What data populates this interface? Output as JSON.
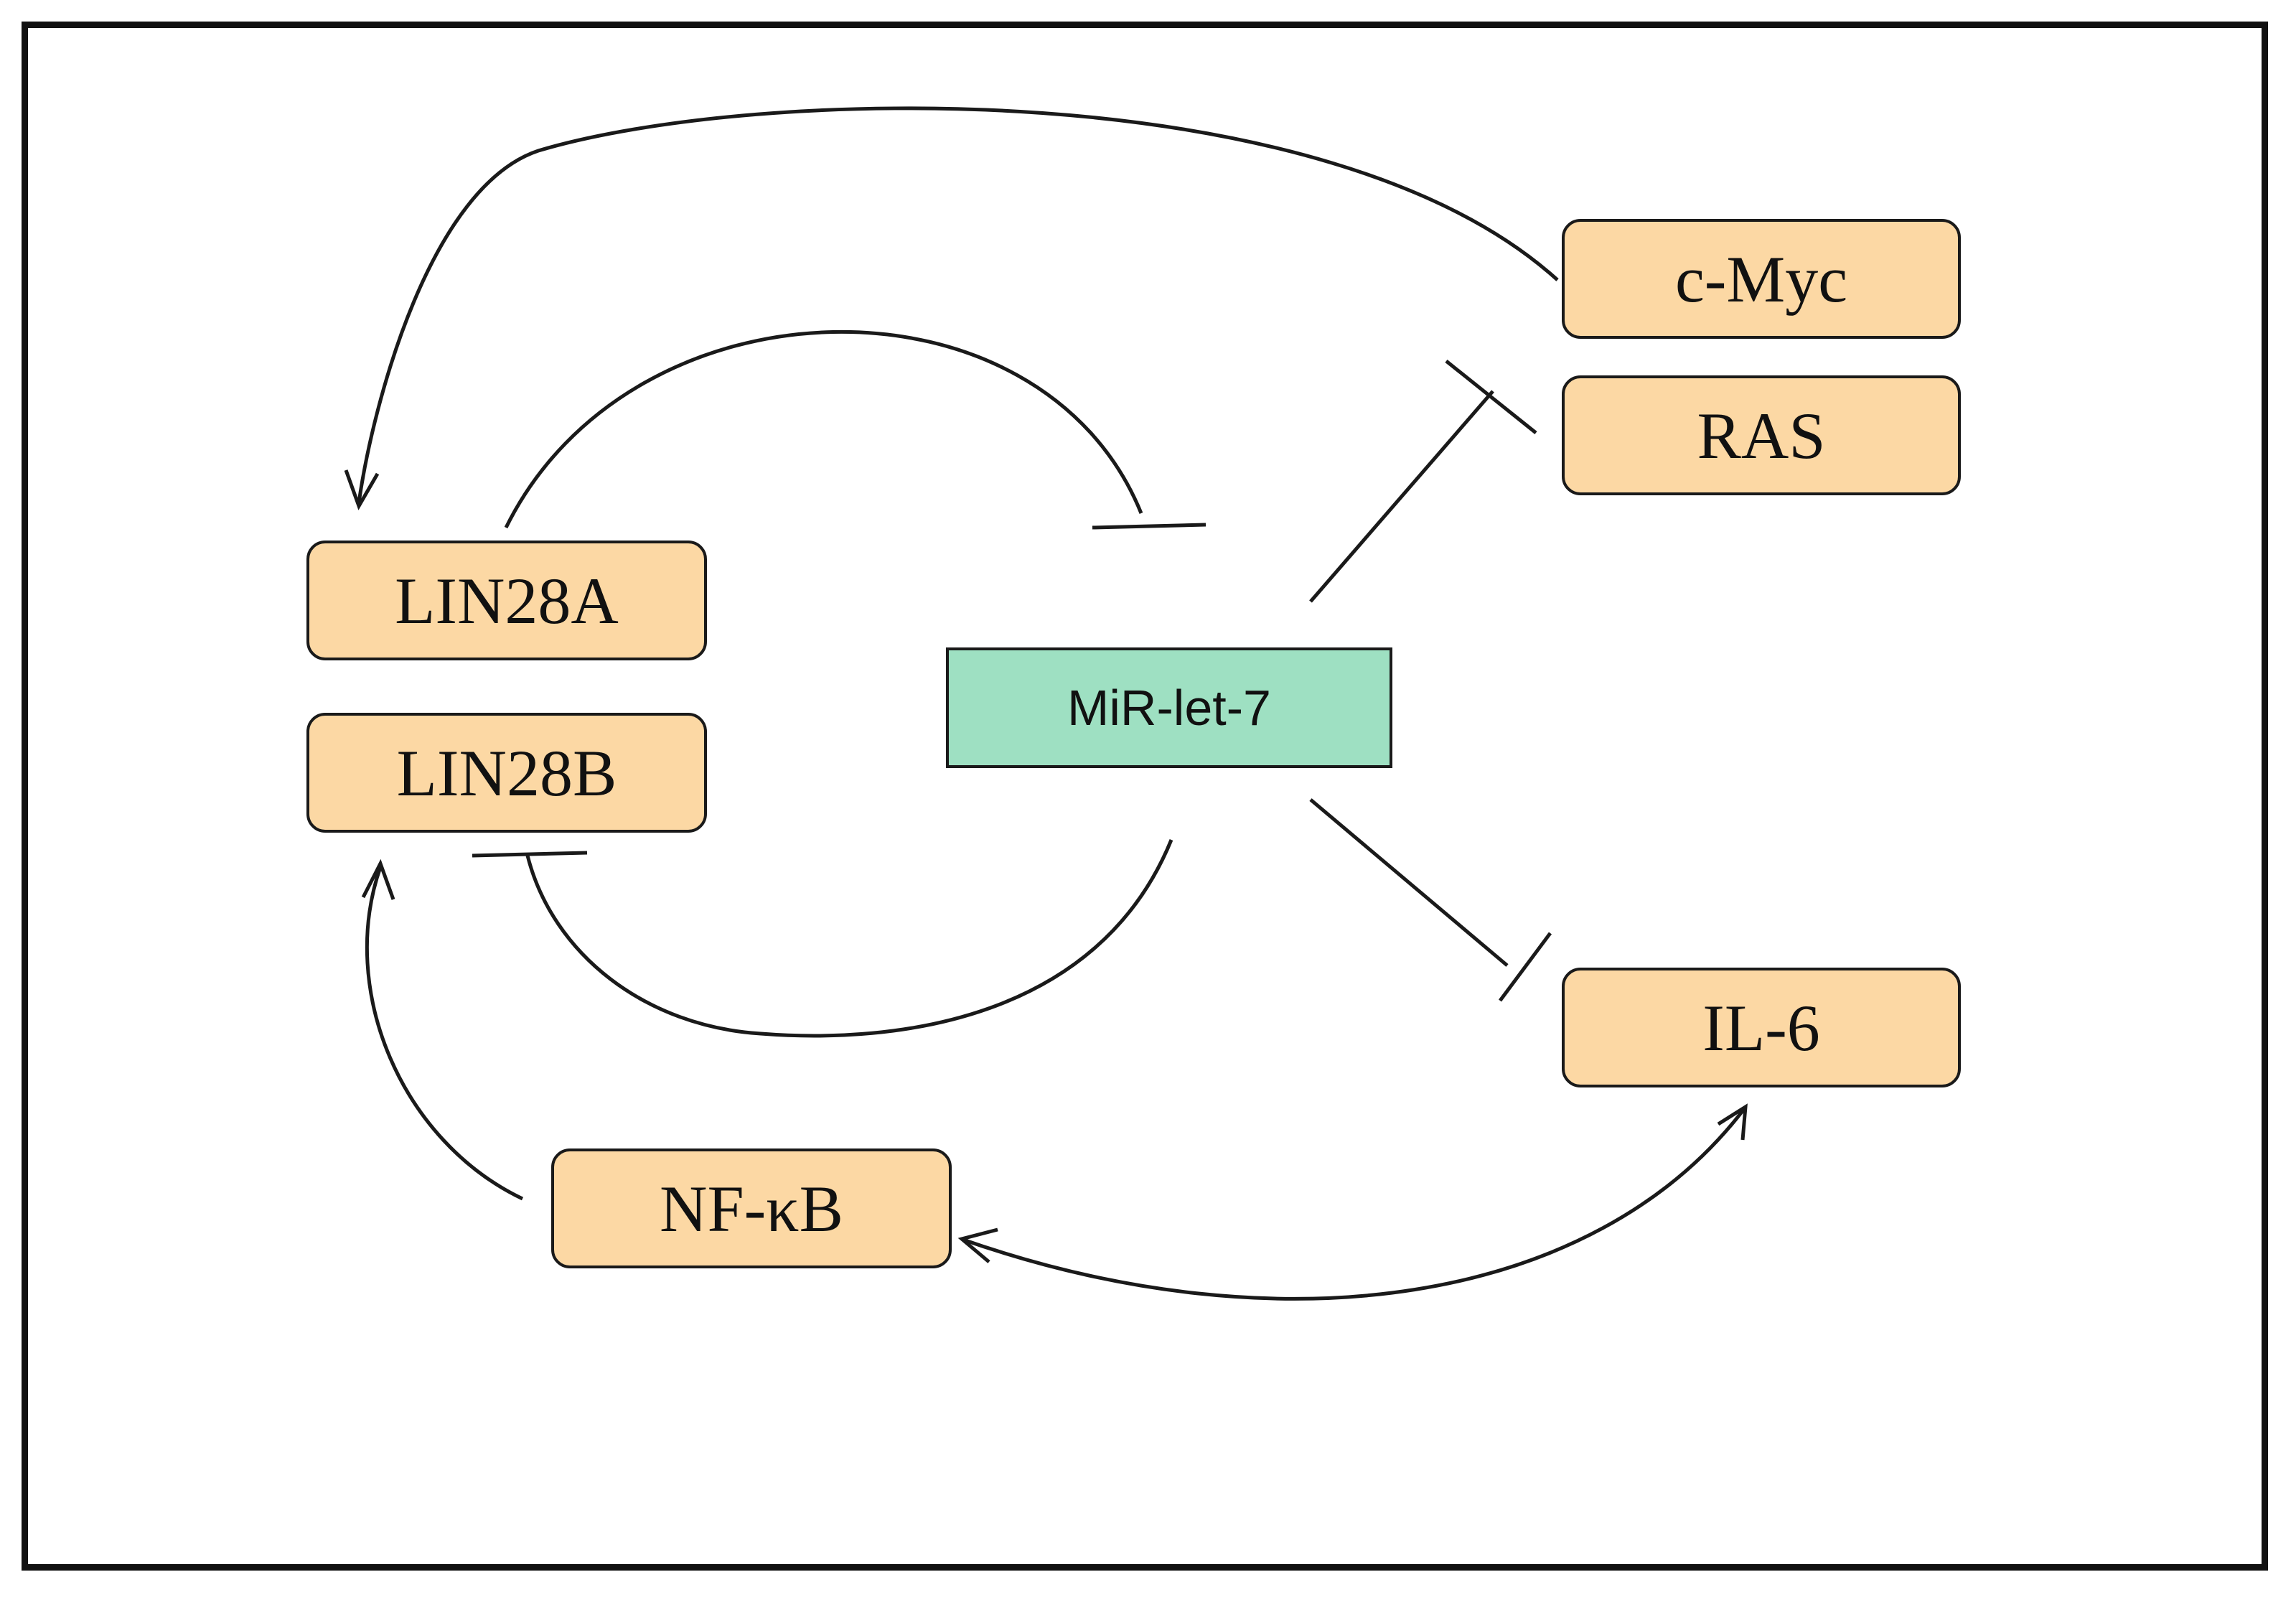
{
  "colors": {
    "gene_fill": "#fcd8a4",
    "mirna_fill": "#9ee0c2",
    "line": "#1a1a1a",
    "frame": "#111111"
  },
  "nodes": {
    "cmyc": "c-Myc",
    "ras": "RAS",
    "lin28a": "LIN28A",
    "lin28b": "LIN28B",
    "mirlet7": "MiR-let-7",
    "il6": "IL-6",
    "nfkb": "NF-κB"
  },
  "edges": [
    {
      "id": "cmyc-activates-lin28a",
      "from": "cmyc",
      "to": "lin28a",
      "type": "activation"
    },
    {
      "id": "lin28a-inhibits-mirlet7",
      "from": "lin28a",
      "to": "mirlet7",
      "type": "inhibition"
    },
    {
      "id": "mirlet7-inhibits-ras",
      "from": "mirlet7",
      "to": "ras",
      "type": "inhibition"
    },
    {
      "id": "mirlet7-inhibits-lin28b",
      "from": "mirlet7",
      "to": "lin28b",
      "type": "inhibition"
    },
    {
      "id": "mirlet7-inhibits-il6",
      "from": "mirlet7",
      "to": "il6",
      "type": "inhibition"
    },
    {
      "id": "nfkb-activates-lin28b",
      "from": "nfkb",
      "to": "lin28b",
      "type": "activation"
    },
    {
      "id": "nfkb-il6-mutual-activation",
      "from": "nfkb",
      "to": "il6",
      "type": "bidirectional-activation"
    }
  ]
}
